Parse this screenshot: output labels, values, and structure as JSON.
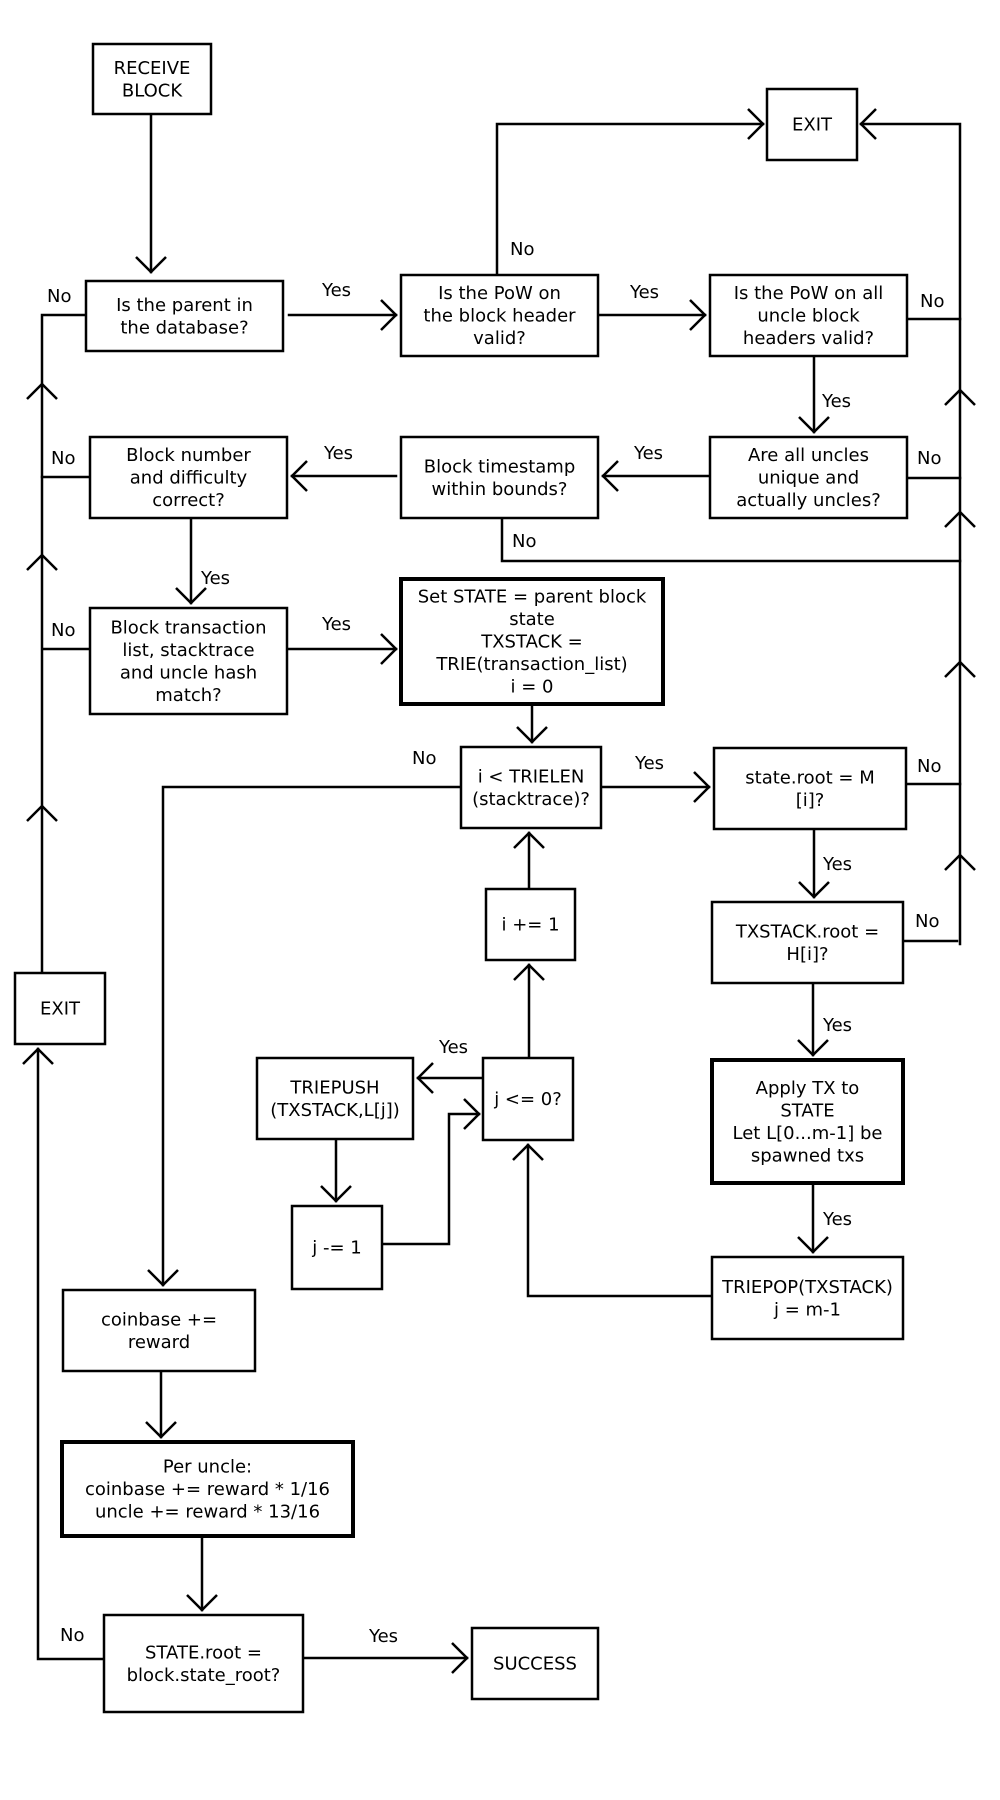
{
  "diagram": {
    "title": "Block validation flowchart",
    "nodes": [
      {
        "id": "receive-block",
        "lines": [
          "RECEIVE",
          "BLOCK"
        ]
      },
      {
        "id": "exit-top",
        "lines": [
          "EXIT"
        ]
      },
      {
        "id": "parent-in-db",
        "lines": [
          "Is the parent in",
          "the database?"
        ]
      },
      {
        "id": "pow-header-valid",
        "lines": [
          "Is the PoW on",
          "the block header",
          "valid?"
        ]
      },
      {
        "id": "pow-uncles-valid",
        "lines": [
          "Is the PoW on all",
          "uncle block",
          "headers valid?"
        ]
      },
      {
        "id": "block-number-difficulty",
        "lines": [
          "Block number",
          "and difficulty",
          "correct?"
        ]
      },
      {
        "id": "timestamp-bounds",
        "lines": [
          "Block timestamp",
          "within bounds?"
        ]
      },
      {
        "id": "uncles-unique",
        "lines": [
          "Are all uncles",
          "unique and",
          "actually uncles?"
        ]
      },
      {
        "id": "tx-list-match",
        "lines": [
          "Block transaction",
          "list, stacktrace",
          "and uncle hash",
          "match?"
        ]
      },
      {
        "id": "set-state",
        "lines": [
          "Set STATE = parent block",
          "state",
          "TXSTACK =",
          "TRIE(transaction_list)",
          "i = 0"
        ]
      },
      {
        "id": "i-lt-trielen",
        "lines": [
          "i < TRIELEN",
          "(stacktrace)?"
        ]
      },
      {
        "id": "state-root-m",
        "lines": [
          "state.root = M",
          "[i]?"
        ]
      },
      {
        "id": "i-increment",
        "lines": [
          "i += 1"
        ]
      },
      {
        "id": "txstack-root-h",
        "lines": [
          "TXSTACK.root =",
          "H[i]?"
        ]
      },
      {
        "id": "exit-left",
        "lines": [
          "EXIT"
        ]
      },
      {
        "id": "triepush",
        "lines": [
          "TRIEPUSH",
          "(TXSTACK,L[j])"
        ]
      },
      {
        "id": "j-le-zero",
        "lines": [
          "j <= 0?"
        ]
      },
      {
        "id": "apply-tx",
        "lines": [
          "Apply TX to",
          "STATE",
          "Let L[0...m-1] be",
          "spawned txs"
        ]
      },
      {
        "id": "j-decrement",
        "lines": [
          "j -= 1"
        ]
      },
      {
        "id": "triepop",
        "lines": [
          "TRIEPOP(TXSTACK)",
          "j = m-1"
        ]
      },
      {
        "id": "coinbase-reward",
        "lines": [
          "coinbase +=",
          "reward"
        ]
      },
      {
        "id": "per-uncle",
        "lines": [
          "Per uncle:",
          "coinbase += reward * 1/16",
          "uncle += reward * 13/16"
        ]
      },
      {
        "id": "state-root-check",
        "lines": [
          "STATE.root =",
          "block.state_root?"
        ]
      },
      {
        "id": "success",
        "lines": [
          "SUCCESS"
        ]
      }
    ],
    "edge_labels": [
      {
        "id": "parent-no",
        "text": "No"
      },
      {
        "id": "parent-yes",
        "text": "Yes"
      },
      {
        "id": "pow-header-no",
        "text": "No"
      },
      {
        "id": "pow-header-yes",
        "text": "Yes"
      },
      {
        "id": "pow-uncles-no",
        "text": "No"
      },
      {
        "id": "pow-uncles-yes",
        "text": "Yes"
      },
      {
        "id": "number-no",
        "text": "No"
      },
      {
        "id": "timestamp-yes",
        "text": "Yes"
      },
      {
        "id": "uncles-yes",
        "text": "Yes"
      },
      {
        "id": "uncles-no",
        "text": "No"
      },
      {
        "id": "timestamp-no",
        "text": "No"
      },
      {
        "id": "number-yes",
        "text": "Yes"
      },
      {
        "id": "txlist-no",
        "text": "No"
      },
      {
        "id": "txlist-yes",
        "text": "Yes"
      },
      {
        "id": "trielen-no",
        "text": "No"
      },
      {
        "id": "trielen-yes",
        "text": "Yes"
      },
      {
        "id": "state-root-m-no",
        "text": "No"
      },
      {
        "id": "state-root-m-yes",
        "text": "Yes"
      },
      {
        "id": "txstack-root-no",
        "text": "No"
      },
      {
        "id": "txstack-root-yes",
        "text": "Yes"
      },
      {
        "id": "j-le-zero-yes",
        "text": "Yes"
      },
      {
        "id": "apply-tx-yes",
        "text": "Yes"
      },
      {
        "id": "state-root-check-no",
        "text": "No"
      },
      {
        "id": "state-root-check-yes",
        "text": "Yes"
      }
    ]
  }
}
